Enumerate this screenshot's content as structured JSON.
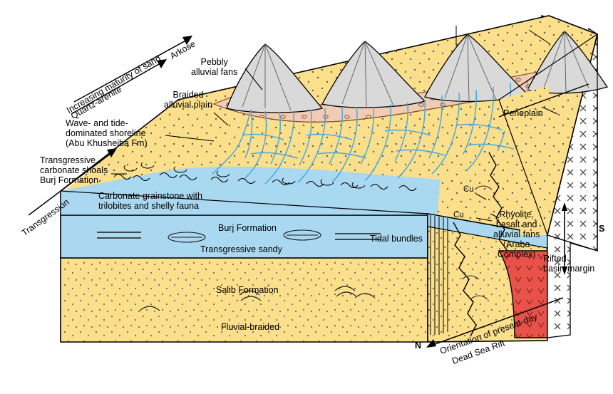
{
  "figure": {
    "type": "block-diagram",
    "subject": "Schematic 3D block diagram of Cambrian Salib, Burj and Abu Khusheiba formations, Dead Sea Rift margin"
  },
  "axis_labels": {
    "maturity_arrow": "Increasing maturity of sand",
    "arkose": "Arkose",
    "quartz_arenite": "Quartz-arenite",
    "transgression": "Transgression",
    "orientation_line1": "Orientation of present-day",
    "orientation_line2": "Dead Sea Rift",
    "compass_north": "N",
    "compass_south": "S"
  },
  "callouts": [
    {
      "name": "pebbly-alluvial-fans",
      "text": "Pebbly\nalluvial fans"
    },
    {
      "name": "braided-alluvial-plain",
      "text": "Braided\nalluvial plain"
    },
    {
      "name": "wave-tide-shoreline",
      "text": "Wave- and tide-\ndominated shoreline\n(Abu Khusheiba Fm)"
    },
    {
      "name": "transgressive-carbonate-shoals",
      "text": "Transgressive\ncarbonate shoals\nBurj Formation"
    },
    {
      "name": "peneplain",
      "text": "Peneplain"
    },
    {
      "name": "rhyolite-basalt-araba",
      "text": "Rhyolite,\nbasalt and\nalluvial fans\n(Araba\nComplex)"
    },
    {
      "name": "rifted-basin-margin",
      "text": "Rifted\nbasin-margin"
    }
  ],
  "unit_labels": {
    "carbonate_grainstone": "Carbonate grainstone with\ntrilobites and shelly fauna",
    "burj_formation": "Burj Formation",
    "tidal_bundles": "Tidal bundles",
    "transgressive_sandy": "Transgressive sandy",
    "salib_formation": "Salib Formation",
    "fluvial_braided": "Fluvial-braided",
    "cu_upper": "Cu",
    "cu_lower": "Cu"
  },
  "colors": {
    "sand_yellow": "#fbdf8a",
    "sand_yellow_dark": "#f6d775",
    "carbonate_blue": "#a9d8f0",
    "alluvial_pink": "#f2cbb4",
    "mountain_grey": "#d9d9d9",
    "rhyolite_red": "#e8524a",
    "basement_white": "#ffffff",
    "stream_blue": "#4aa8de",
    "outline": "#000000",
    "fan_outline": "#7a4a2a"
  }
}
